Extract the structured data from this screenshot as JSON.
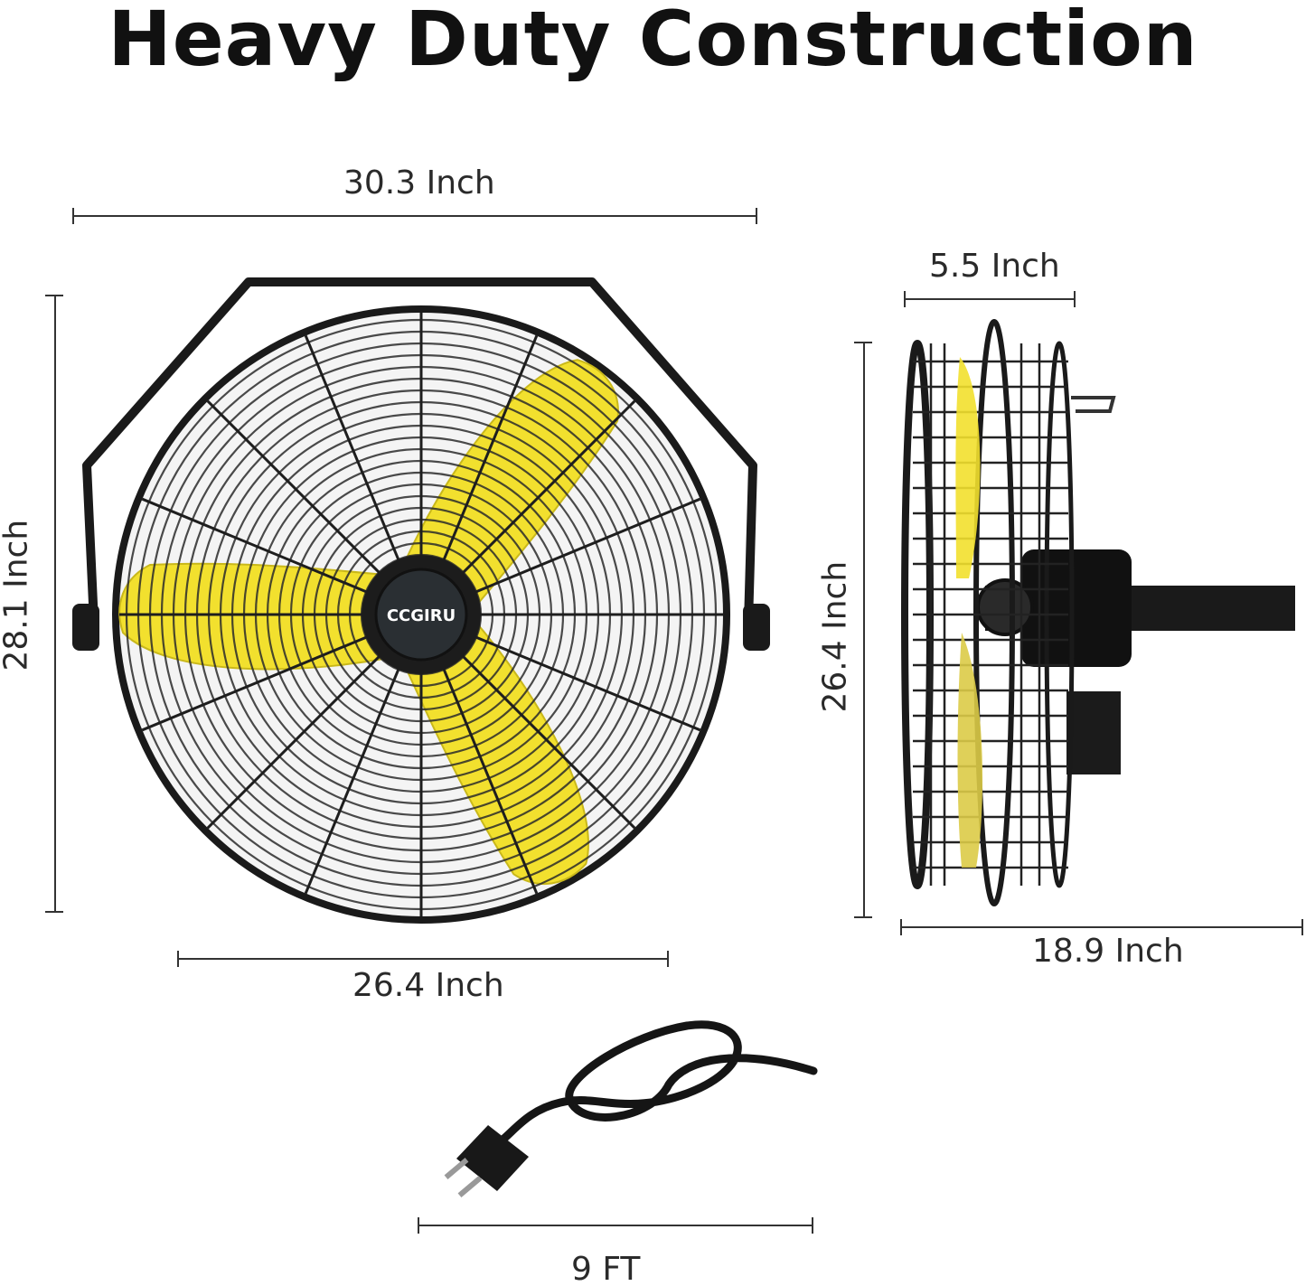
{
  "title": "Heavy Duty Construction",
  "brand_logo": "CCGIRU",
  "dimensions": {
    "front_width": "30.3 Inch",
    "front_height": "28.1 Inch",
    "front_diameter": "26.4 Inch",
    "side_depth": "5.5 Inch",
    "side_height": "26.4 Inch",
    "side_length": "18.9 Inch",
    "cord_length": "9 FT"
  },
  "colors": {
    "blade": "#f2e02e",
    "frame": "#1a1a1a",
    "background": "#ffffff"
  }
}
